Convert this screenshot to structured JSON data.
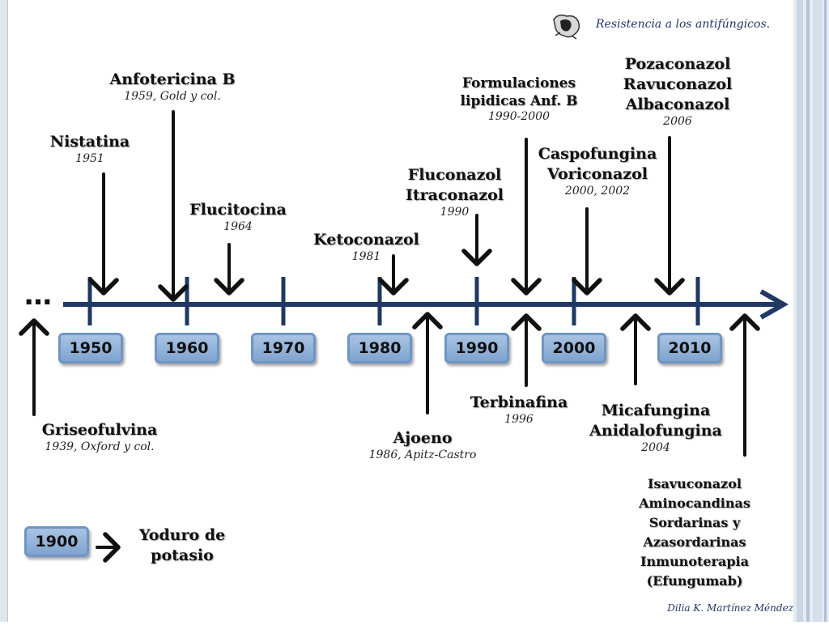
{
  "header": {
    "title": "Resistencia a los antifúngicos."
  },
  "footer": {
    "author": "Dilia K. Martínez Méndez"
  },
  "timeline": {
    "ellipsis": "…",
    "decades": [
      "1950",
      "1960",
      "1970",
      "1980",
      "1990",
      "2000",
      "2010"
    ]
  },
  "above": {
    "anfotericina": {
      "name": "Anfotericina B",
      "year": "1959, Gold y col."
    },
    "nistatina": {
      "name": "Nistatina",
      "year": "1951"
    },
    "flucitocina": {
      "name": "Flucitocina",
      "year": "1964"
    },
    "ketoconazol": {
      "name": "Ketoconazol",
      "year": "1981"
    },
    "fluconazol": {
      "line1": "Fluconazol",
      "line2": "Itraconazol",
      "year": "1990"
    },
    "formulaciones": {
      "line1": "Formulaciones",
      "line2": "lipidicas Anf. B",
      "year": "1990-2000"
    },
    "caspofungina": {
      "line1": "Caspofungina",
      "line2": "Voriconazol",
      "year": "2000, 2002"
    },
    "pozaconazol": {
      "line1": "Pozaconazol",
      "line2": "Ravuconazol",
      "line3": "Albaconazol",
      "year": "2006"
    }
  },
  "below": {
    "griseofulvina": {
      "name": "Griseofulvina",
      "year": "1939, Oxford y col."
    },
    "ajoeno": {
      "name": "Ajoeno",
      "year": "1986, Apitz-Castro"
    },
    "terbinafina": {
      "name": "Terbinafina",
      "year": "1996"
    },
    "micafungina": {
      "line1": "Micafungina",
      "line2": "Anidalofungina",
      "year": "2004"
    },
    "future": [
      "Isavuconazol",
      "Aminocandinas",
      "Sordarinas y",
      "Azasordarinas",
      "Inmunoterapia",
      "(Efungumab)"
    ]
  },
  "legacy": {
    "year": "1900",
    "line1": "Yoduro de",
    "line2": "potasio"
  }
}
